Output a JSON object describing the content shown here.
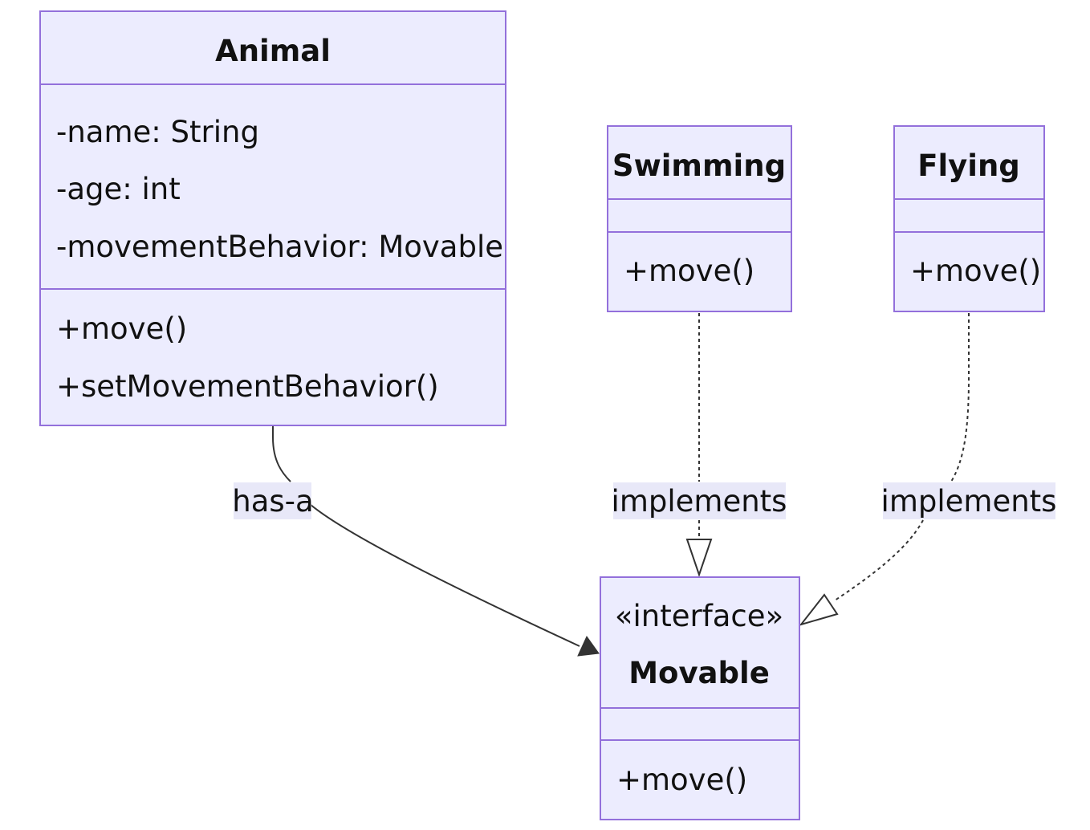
{
  "classes": {
    "animal": {
      "name": "Animal",
      "attributes": [
        "-name: String",
        "-age: int",
        "-movementBehavior: Movable"
      ],
      "methods": [
        "+move()",
        "+setMovementBehavior()"
      ]
    },
    "swimming": {
      "name": "Swimming",
      "attributes": [],
      "methods": [
        "+move()"
      ]
    },
    "flying": {
      "name": "Flying",
      "attributes": [],
      "methods": [
        "+move()"
      ]
    },
    "movable": {
      "stereotype": "«interface»",
      "name": "Movable",
      "attributes": [],
      "methods": [
        "+move()"
      ]
    }
  },
  "relations": [
    {
      "from": "Animal",
      "to": "Movable",
      "label": "has-a",
      "kind": "association"
    },
    {
      "from": "Swimming",
      "to": "Movable",
      "label": "implements",
      "kind": "realization"
    },
    {
      "from": "Flying",
      "to": "Movable",
      "label": "implements",
      "kind": "realization"
    }
  ],
  "colors": {
    "box_fill": "#ececfe",
    "box_stroke": "#9370db",
    "edge": "#333333",
    "label_bg": "#e8e8f8"
  }
}
